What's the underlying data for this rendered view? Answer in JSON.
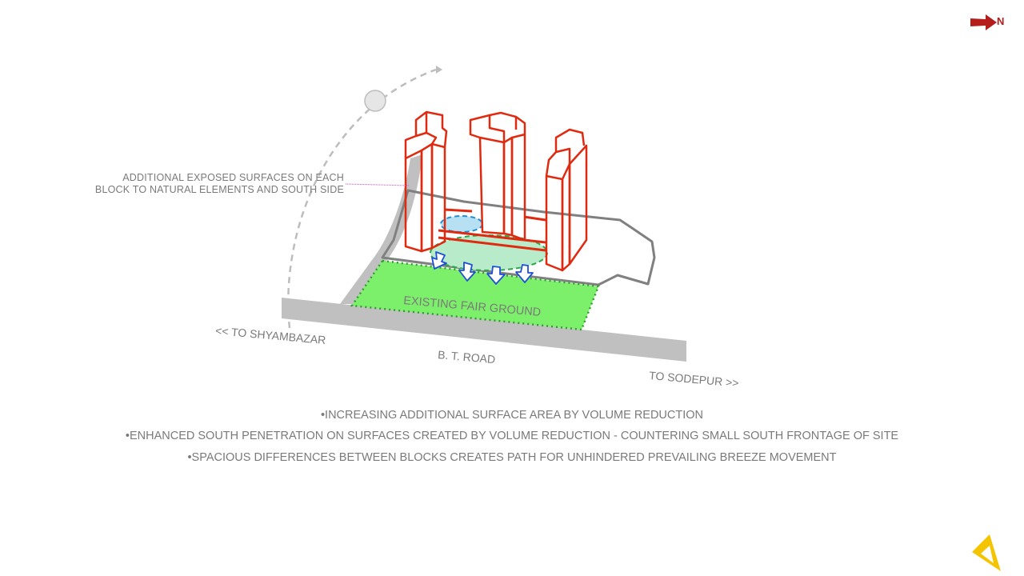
{
  "north_label": "N",
  "callout": {
    "line1": "ADDITIONAL  EXPOSED  SURFACES  ON EACH",
    "line2": "BLOCK TO NATURAL ELEMENTS AND SOUTH SIDE"
  },
  "fairground_label": "EXISTING  FAIR  GROUND",
  "road": {
    "name": "B. T. ROAD",
    "to_left": "<< TO SHYAMBAZAR",
    "to_right": "TO SODEPUR >>"
  },
  "notes": [
    "•INCREASING ADDITIONAL  SURFACE AREA BY VOLUME REDUCTION",
    "•ENHANCED SOUTH PENETRATION ON SURFACES CREATED BY VOLUME REDUCTION - COUNTERING SMALL SOUTH FRONTAGE OF SITE",
    "•SPACIOUS DIFFERENCES BETWEEN BLOCKS CREATES PATH FOR UNHINDERED  PREVAILING  BREEZE MOVEMENT"
  ],
  "colors": {
    "tower": "#e02a10",
    "fairground": "#7df06b",
    "road": "#c0c0c0",
    "text": "#7a7a7a",
    "north": "#b51c1c",
    "logo": "#f5c400"
  }
}
